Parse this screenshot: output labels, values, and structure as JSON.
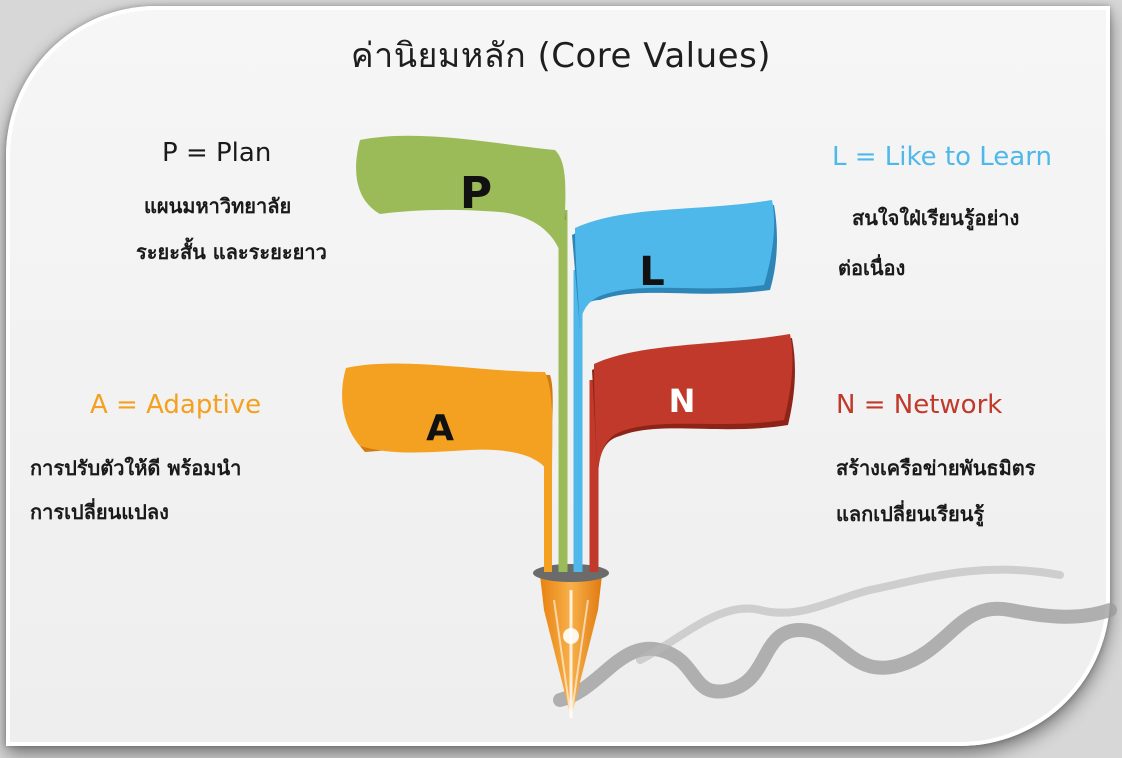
{
  "title": "ค่านิยมหลัก (Core Values)",
  "values": {
    "plan": {
      "letter": "P",
      "heading": "P = Plan",
      "line1": "แผนมหาวิทยาลัย",
      "line2": "ระยะสั้น และระยะยาว",
      "color": "#9bbb59"
    },
    "learn": {
      "letter": "L",
      "heading": "L = Like to Learn",
      "line1": "สนใจใฝ่เรียนรู้อย่าง",
      "line2": "ต่อเนื่อง",
      "color": "#4fb8ea"
    },
    "adaptive": {
      "letter": "A",
      "heading": "A = Adaptive",
      "line1": "การปรับตัวให้ดี     พร้อมนำ",
      "line2": "การเปลี่ยนแปลง",
      "color": "#f4a020"
    },
    "network": {
      "letter": "N",
      "heading": "N = Network",
      "line1": "สร้างเครือข่ายพันธมิตร",
      "line2": "แลกเปลี่ยนเรียนรู้",
      "color": "#c0392b"
    }
  }
}
